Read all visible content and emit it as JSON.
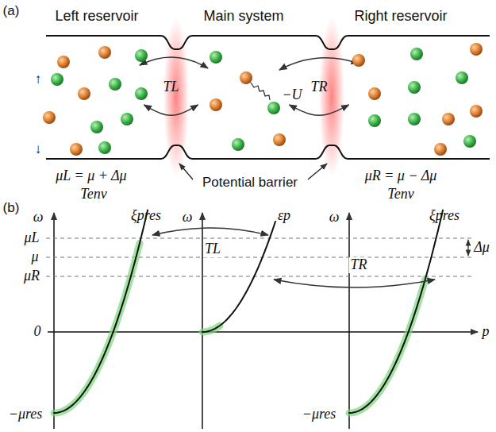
{
  "diagram": {
    "nodes": [
      {
        "text": [
          "Left reservoir"
        ]
      },
      {
        "text": [
          "Main system"
        ]
      },
      {
        "text": [
          "Right reservoir"
        ]
      }
    ],
    "edges": [
      {
        "from": 0,
        "to": 1,
        "arrow": "both",
        "label": "TL"
      },
      {
        "from": 1,
        "to": 2,
        "arrow": "both",
        "label": "TR"
      }
    ],
    "labels": [
      "(a)",
      "↑",
      "↓",
      "μL = μ + Δμ",
      "Tenv",
      "μR = μ − Δμ",
      "Tenv",
      "−U",
      "Potential barrier",
      "(b)",
      "ω",
      "ω",
      "ω",
      "ξpres",
      "εp",
      "ξpres",
      "μL",
      "μ",
      "μR",
      "0",
      "−μres",
      "−μres",
      "Δμ",
      "p",
      "TL",
      "TR"
    ]
  }
}
